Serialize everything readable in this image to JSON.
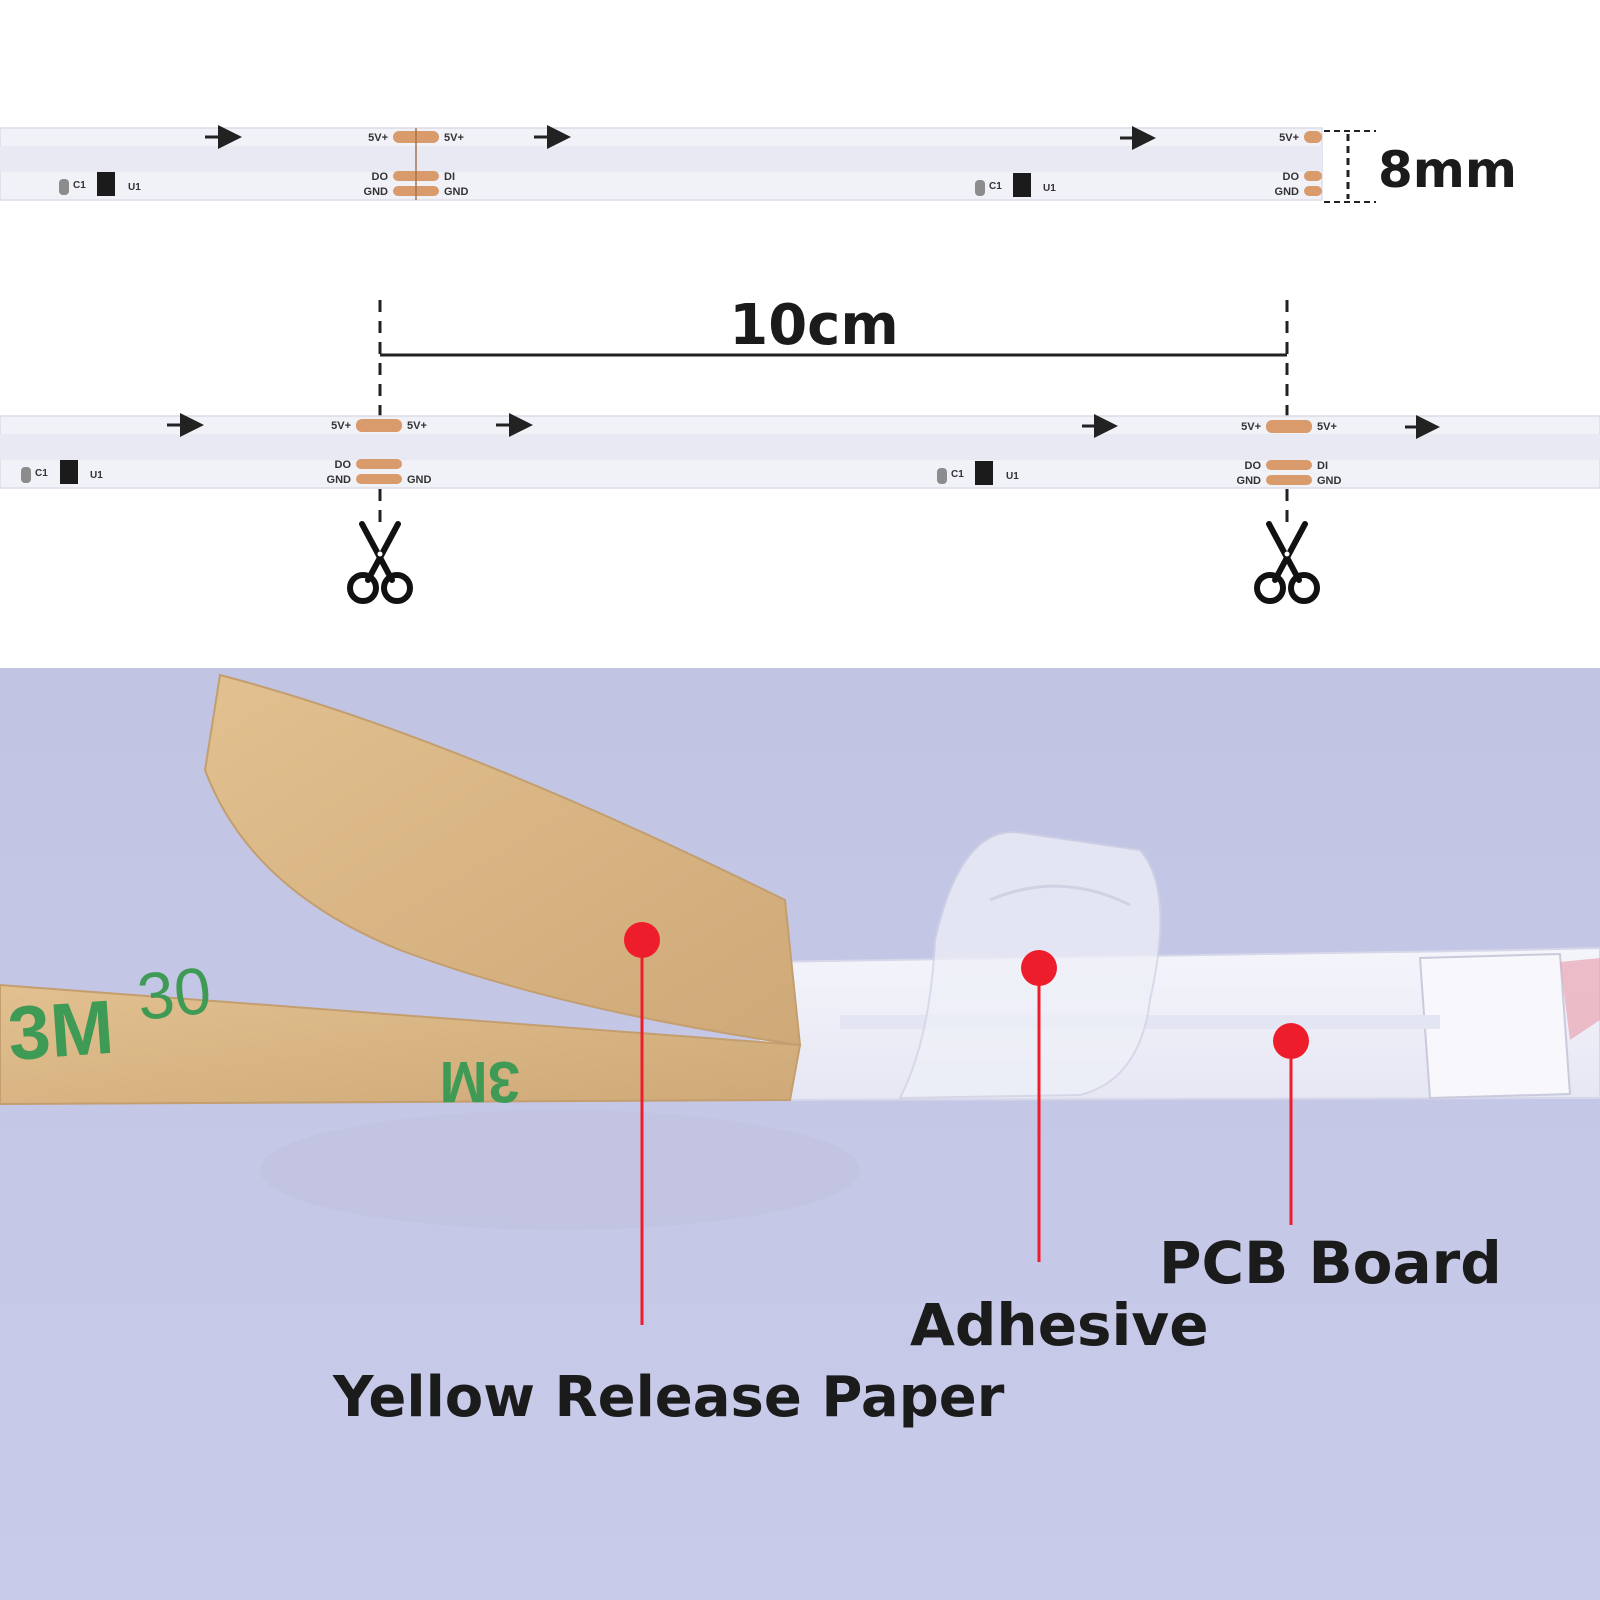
{
  "top_strip": {
    "pads": {
      "v_left": "5V+",
      "v_right": "5V+",
      "do": "DO",
      "di": "DI",
      "gnd": "GND"
    },
    "components": {
      "c": "C1",
      "u": "U1"
    }
  },
  "dimensions": {
    "width_label": "8mm",
    "cut_length_label": "10cm"
  },
  "photo": {
    "labels": {
      "release_paper": "Yellow Release Paper",
      "adhesive": "Adhesive",
      "pcb": "PCB Board"
    },
    "tape_printing": {
      "brand": "3M",
      "code_a": "30",
      "code_b": "3M"
    }
  },
  "colors": {
    "pad": "#d99a6c",
    "strip": "#f1f1f8",
    "marker": "#ee1d2b",
    "label": "#1b1b1b",
    "backdrop": "#c6c8e8",
    "release_paper": "#dcb586"
  }
}
